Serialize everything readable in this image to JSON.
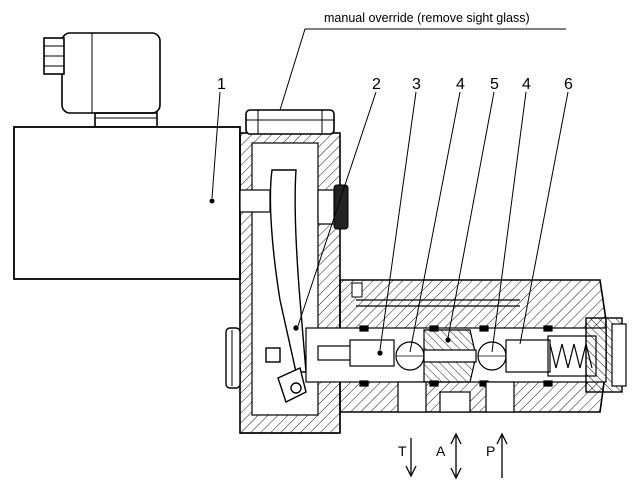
{
  "override_label": "manual override (remove sight glass)",
  "callouts": [
    {
      "text": "1"
    },
    {
      "text": "2"
    },
    {
      "text": "3"
    },
    {
      "text": "4"
    },
    {
      "text": "5"
    },
    {
      "text": "4"
    },
    {
      "text": "6"
    }
  ],
  "ports": [
    {
      "text": "T"
    },
    {
      "text": "A"
    },
    {
      "text": "P"
    }
  ]
}
